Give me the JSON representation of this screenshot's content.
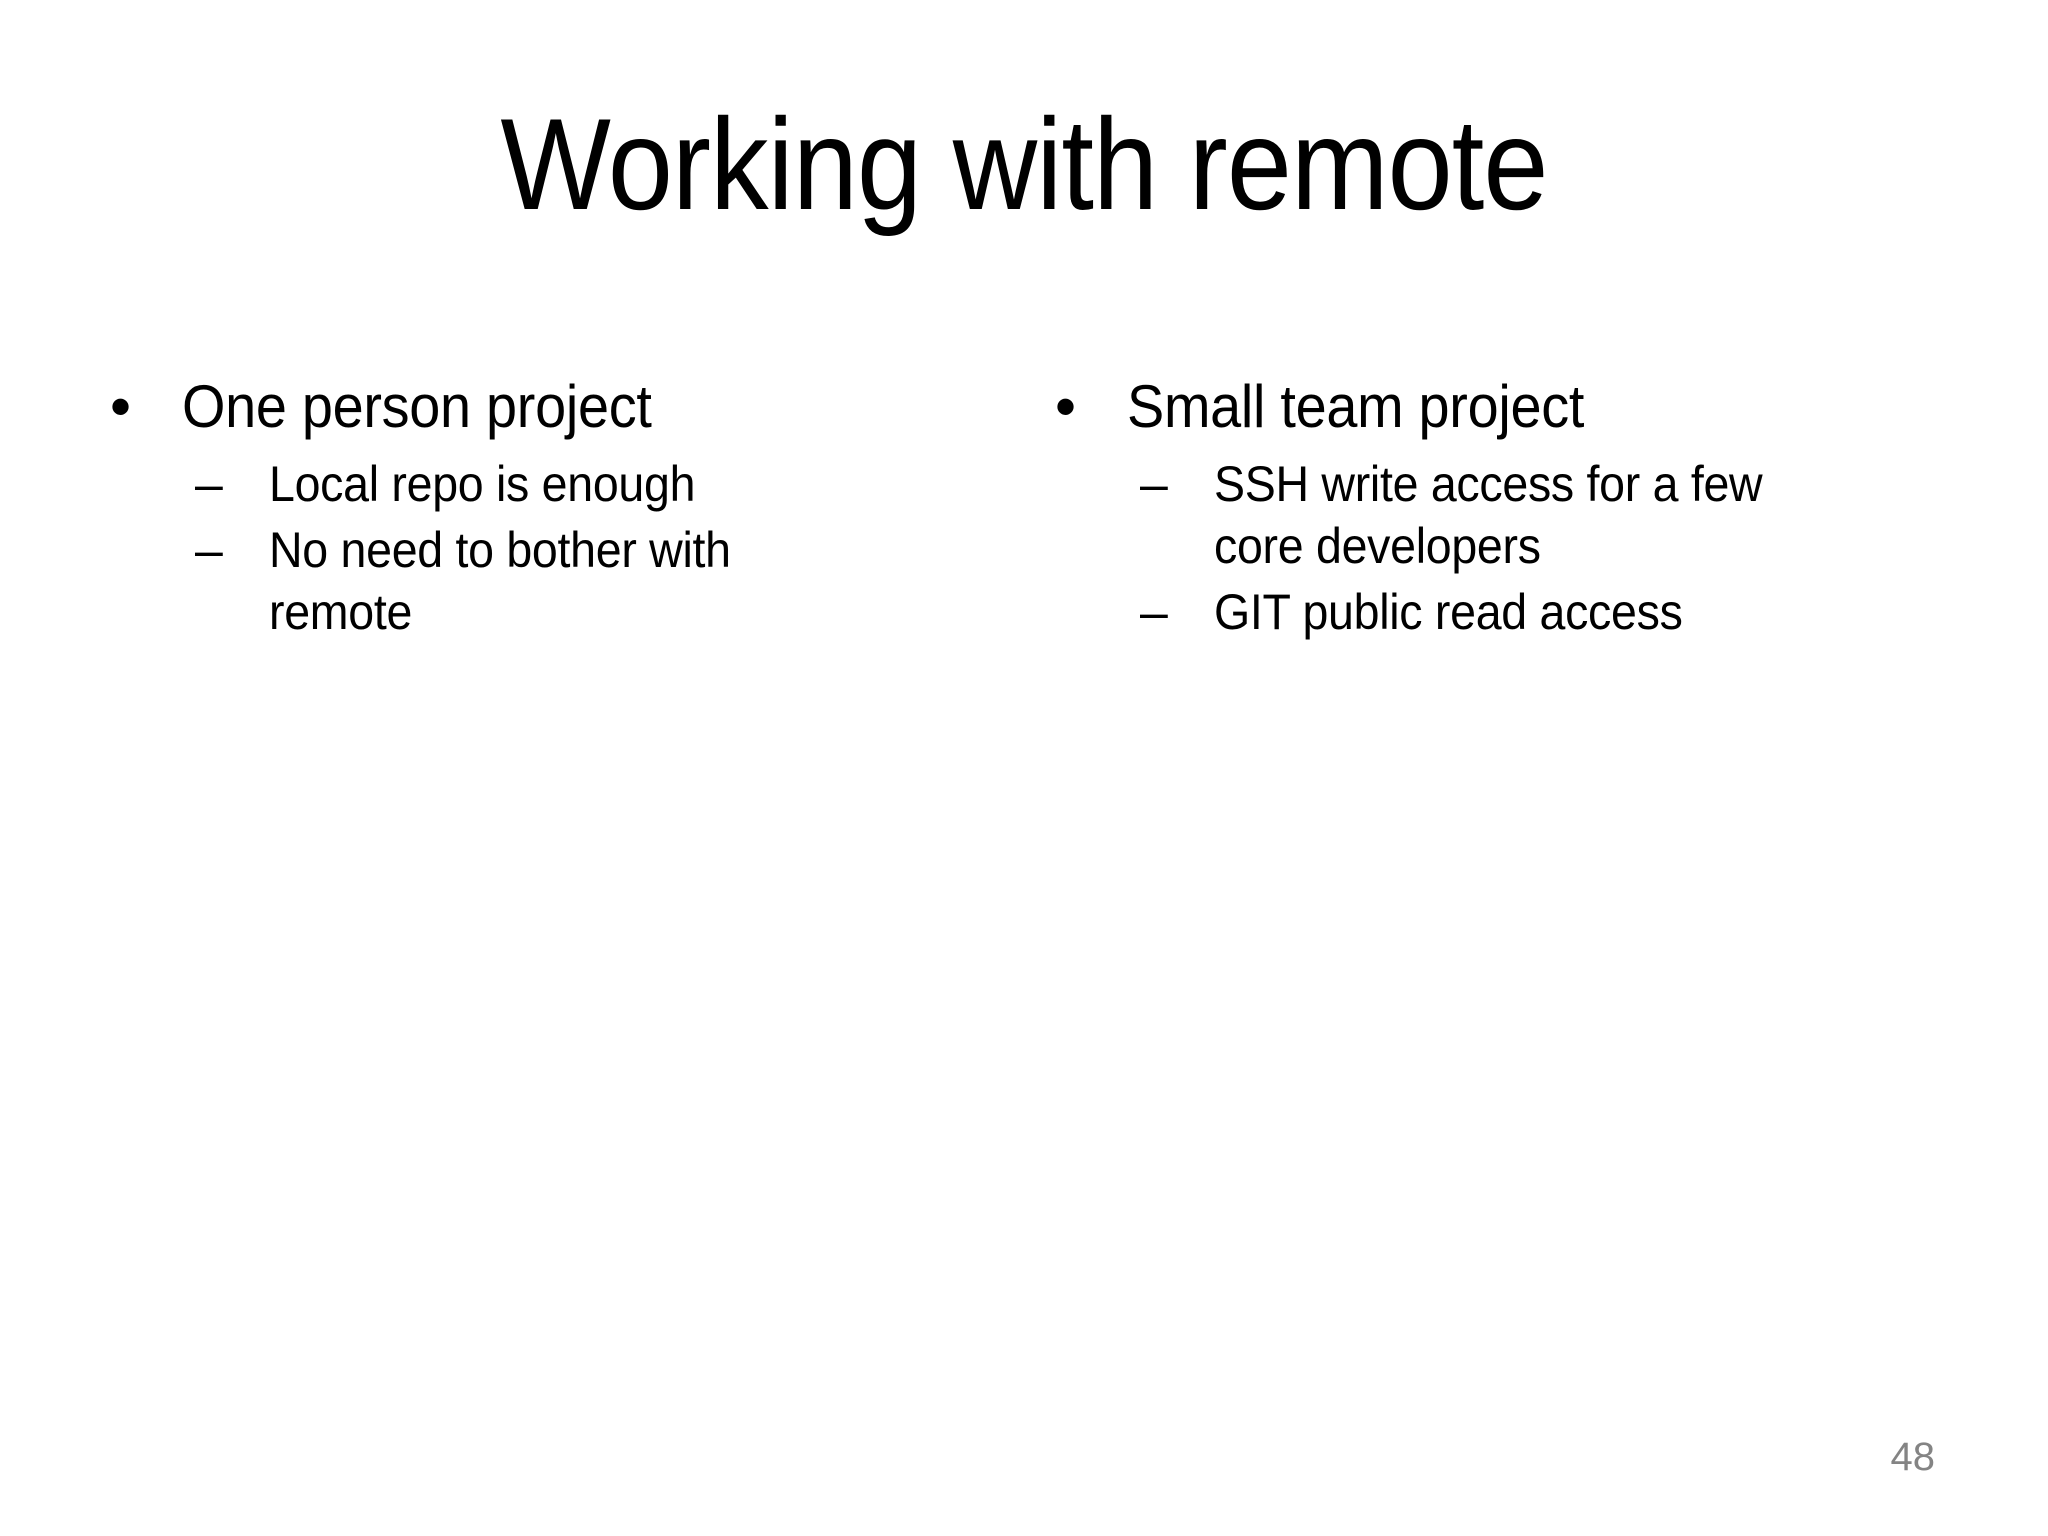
{
  "slide": {
    "title": "Working with remote",
    "page_number": "48",
    "background_color": "#ffffff",
    "title_color": "#000000",
    "body_color": "#000000",
    "page_number_color": "#848484",
    "bullet_glyph_level1": "•",
    "bullet_glyph_level2": "–"
  },
  "columns": [
    {
      "id": "left",
      "bullets": [
        {
          "marker": "•",
          "label": "One person project",
          "sub_bullets": [
            {
              "marker": "–",
              "label": "Local repo is enough"
            },
            {
              "marker": "–",
              "label": "No need to bother with remote"
            }
          ]
        }
      ]
    },
    {
      "id": "right",
      "bullets": [
        {
          "marker": "•",
          "label": "Small team project",
          "sub_bullets": [
            {
              "marker": "–",
              "label": "SSH write access for a few core developers"
            },
            {
              "marker": "–",
              "label": "GIT public read access"
            }
          ]
        }
      ]
    }
  ]
}
